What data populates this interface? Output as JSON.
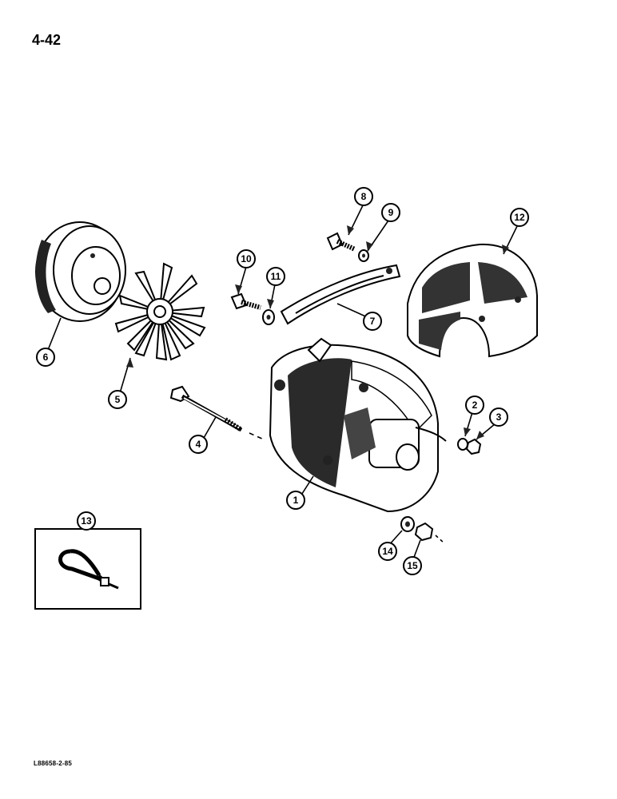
{
  "page": {
    "number": "4-42",
    "figure_code": "L88658-2-85"
  },
  "callouts": [
    {
      "id": "1",
      "label": "1"
    },
    {
      "id": "2",
      "label": "2"
    },
    {
      "id": "3",
      "label": "3"
    },
    {
      "id": "4",
      "label": "4"
    },
    {
      "id": "5",
      "label": "5"
    },
    {
      "id": "6",
      "label": "6"
    },
    {
      "id": "7",
      "label": "7"
    },
    {
      "id": "8",
      "label": "8"
    },
    {
      "id": "9",
      "label": "9"
    },
    {
      "id": "10",
      "label": "10"
    },
    {
      "id": "11",
      "label": "11"
    },
    {
      "id": "12",
      "label": "12"
    },
    {
      "id": "13",
      "label": "13"
    },
    {
      "id": "14",
      "label": "14"
    },
    {
      "id": "15",
      "label": "15"
    }
  ],
  "parts": {
    "pulley": "pulley",
    "fan": "fan",
    "alternator": "alternator",
    "bolt": "bolt",
    "strap": "strap",
    "shield": "shield",
    "cable_tie": "cable-tie"
  }
}
